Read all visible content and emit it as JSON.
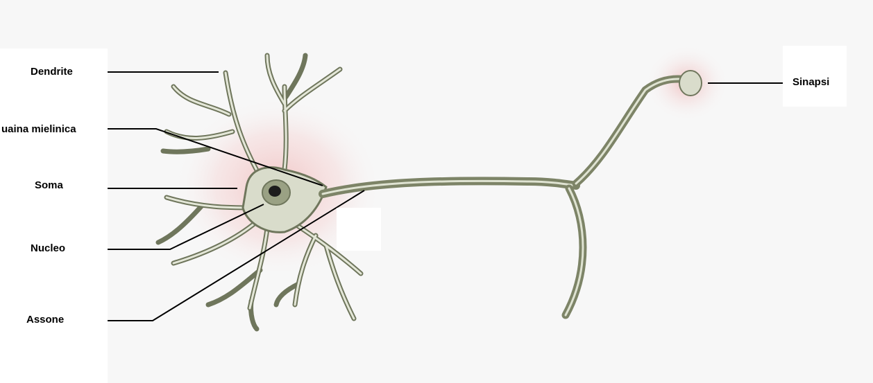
{
  "diagram": {
    "labels": {
      "dendrite": "Dendrite",
      "guaina": "uaina mielinica",
      "soma": "Soma",
      "nucleo": "Nucleo",
      "assone": "Assone",
      "sinapsi": "Sinapsi"
    },
    "colors": {
      "background": "#f7f7f7",
      "neuron_fill": "#d9dccb",
      "neuron_stroke": "#6f765c",
      "myelin": "#7d8467",
      "glow": "#f2c9c9",
      "nucleus": "#7a8266"
    }
  }
}
